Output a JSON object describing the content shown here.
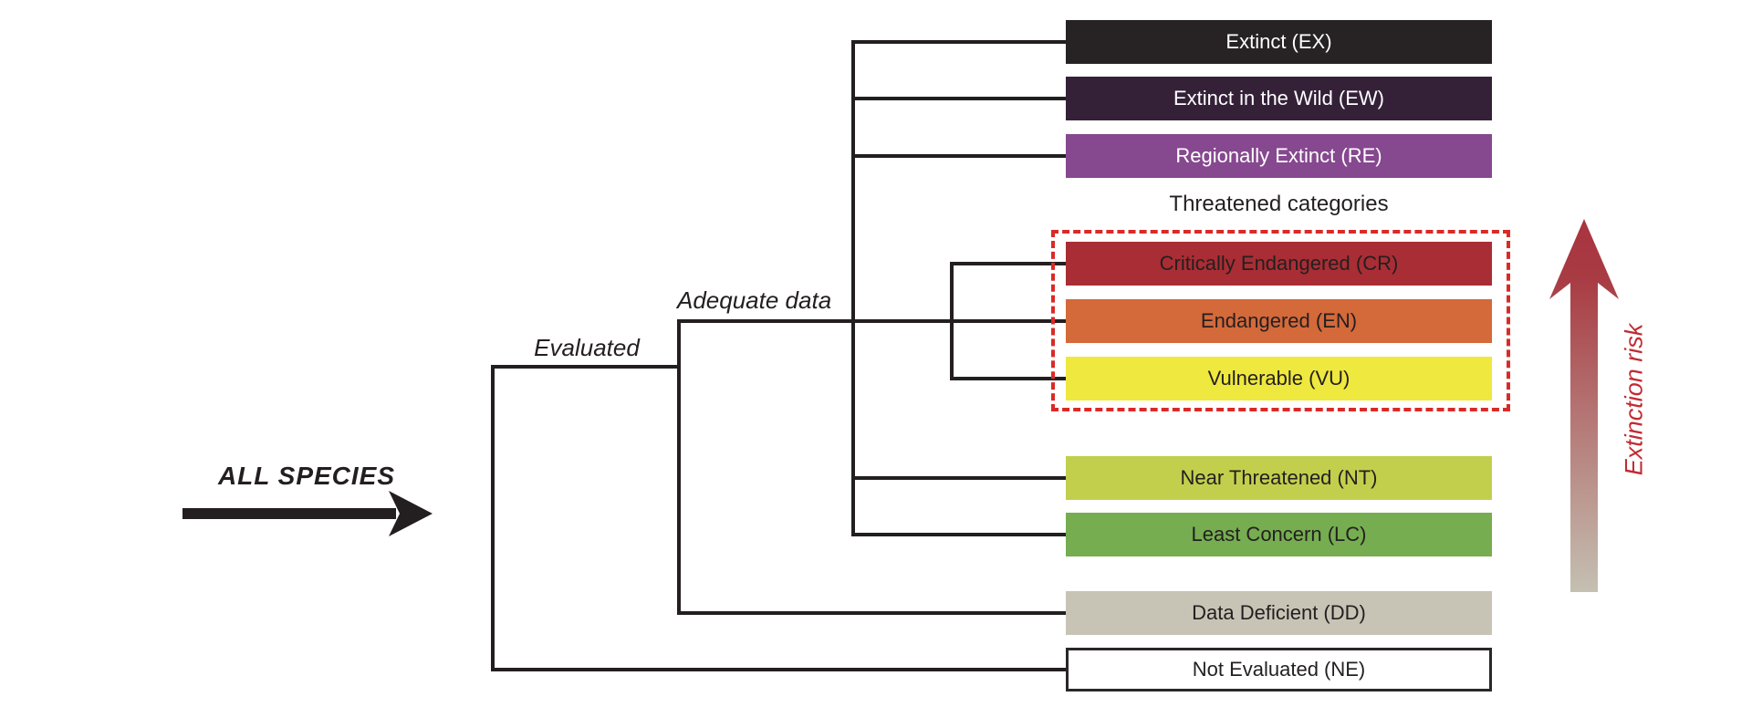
{
  "labels": {
    "all_species": "ALL SPECIES",
    "evaluated": "Evaluated",
    "adequate_data": "Adequate data",
    "threatened_group": "Threatened categories",
    "extinction_risk": "Extinction risk"
  },
  "categories": [
    {
      "id": "EX",
      "label": "Extinct (EX)",
      "bg": "#272324",
      "text": "#ffffff"
    },
    {
      "id": "EW",
      "label": "Extinct in the Wild (EW)",
      "bg": "#342138",
      "text": "#ffffff"
    },
    {
      "id": "RE",
      "label": "Regionally Extinct (RE)",
      "bg": "#86488f",
      "text": "#ffffff"
    },
    {
      "id": "CR",
      "label": "Critically Endangered (CR)",
      "bg": "#a92d34",
      "text": "#231f20",
      "threatened": true
    },
    {
      "id": "EN",
      "label": "Endangered (EN)",
      "bg": "#d4693a",
      "text": "#231f20",
      "threatened": true
    },
    {
      "id": "VU",
      "label": "Vulnerable (VU)",
      "bg": "#efe83e",
      "text": "#231f20",
      "threatened": true
    },
    {
      "id": "NT",
      "label": "Near Threatened (NT)",
      "bg": "#c2cf4d",
      "text": "#231f20"
    },
    {
      "id": "LC",
      "label": "Least Concern (LC)",
      "bg": "#76ad50",
      "text": "#231f20"
    },
    {
      "id": "DD",
      "label": "Data Deficient (DD)",
      "bg": "#c7c4b6",
      "text": "#231f20"
    },
    {
      "id": "NE",
      "label": "Not Evaluated (NE)",
      "bg": "#ffffff",
      "text": "#231f20",
      "border": "#2b2728"
    }
  ],
  "colors": {
    "tree_line": "#231f20",
    "dashed_border": "#da2a27",
    "risk_text": "#c12b32",
    "risk_arrow_top": "#a93440",
    "risk_arrow_bottom": "#c4c0b2",
    "species_arrow": "#231f20"
  }
}
